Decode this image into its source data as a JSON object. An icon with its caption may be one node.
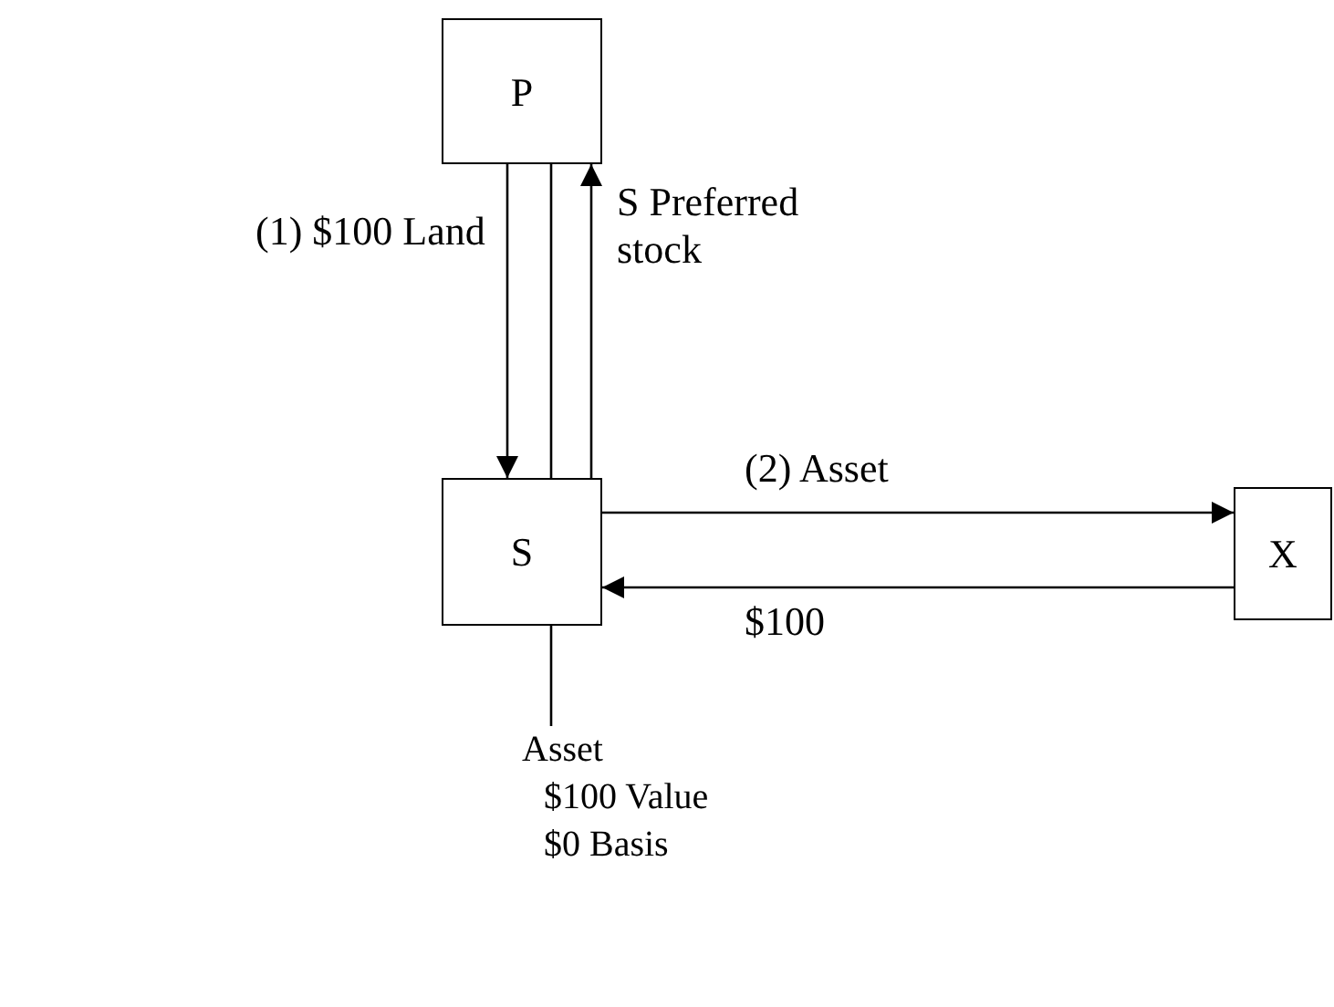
{
  "diagram": {
    "nodes": [
      {
        "text": [
          "P"
        ]
      },
      {
        "text": [
          "S"
        ]
      },
      {
        "text": [
          "X"
        ]
      },
      {
        "text": [
          "Asset",
          "$100 Value",
          "$0 Basis"
        ]
      }
    ],
    "edges": [
      {
        "from": 0,
        "to": 1,
        "arrow": "none"
      },
      {
        "from": 0,
        "to": 1,
        "arrow": "to",
        "label": "(1) $100 Land"
      },
      {
        "from": 1,
        "to": 0,
        "arrow": "to",
        "label": "S Preferred stock"
      },
      {
        "from": 1,
        "to": 2,
        "arrow": "to",
        "label": "(2) Asset"
      },
      {
        "from": 2,
        "to": 1,
        "arrow": "to",
        "label": "$100"
      },
      {
        "from": 1,
        "to": 3,
        "arrow": "none"
      }
    ]
  }
}
